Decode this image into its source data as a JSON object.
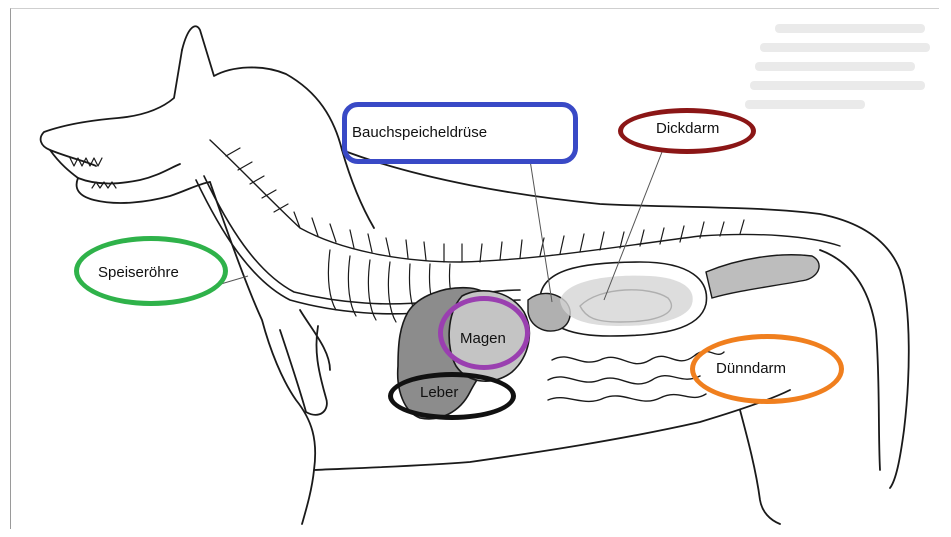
{
  "labels": {
    "speiseroehre": "Speiseröhre",
    "bauchspeicheldruese": "Bauchspeicheldrüse",
    "dickdarm": "Dickdarm",
    "magen": "Magen",
    "leber": "Leber",
    "duenndarm": "Dünndarm"
  },
  "colors": {
    "speiseroehre": "#2fb24a",
    "bauchspeicheldruese": "#3949c6",
    "dickdarm": "#8b1616",
    "magen": "#9a3fb0",
    "leber": "#111111",
    "duenndarm": "#f07f1e"
  }
}
